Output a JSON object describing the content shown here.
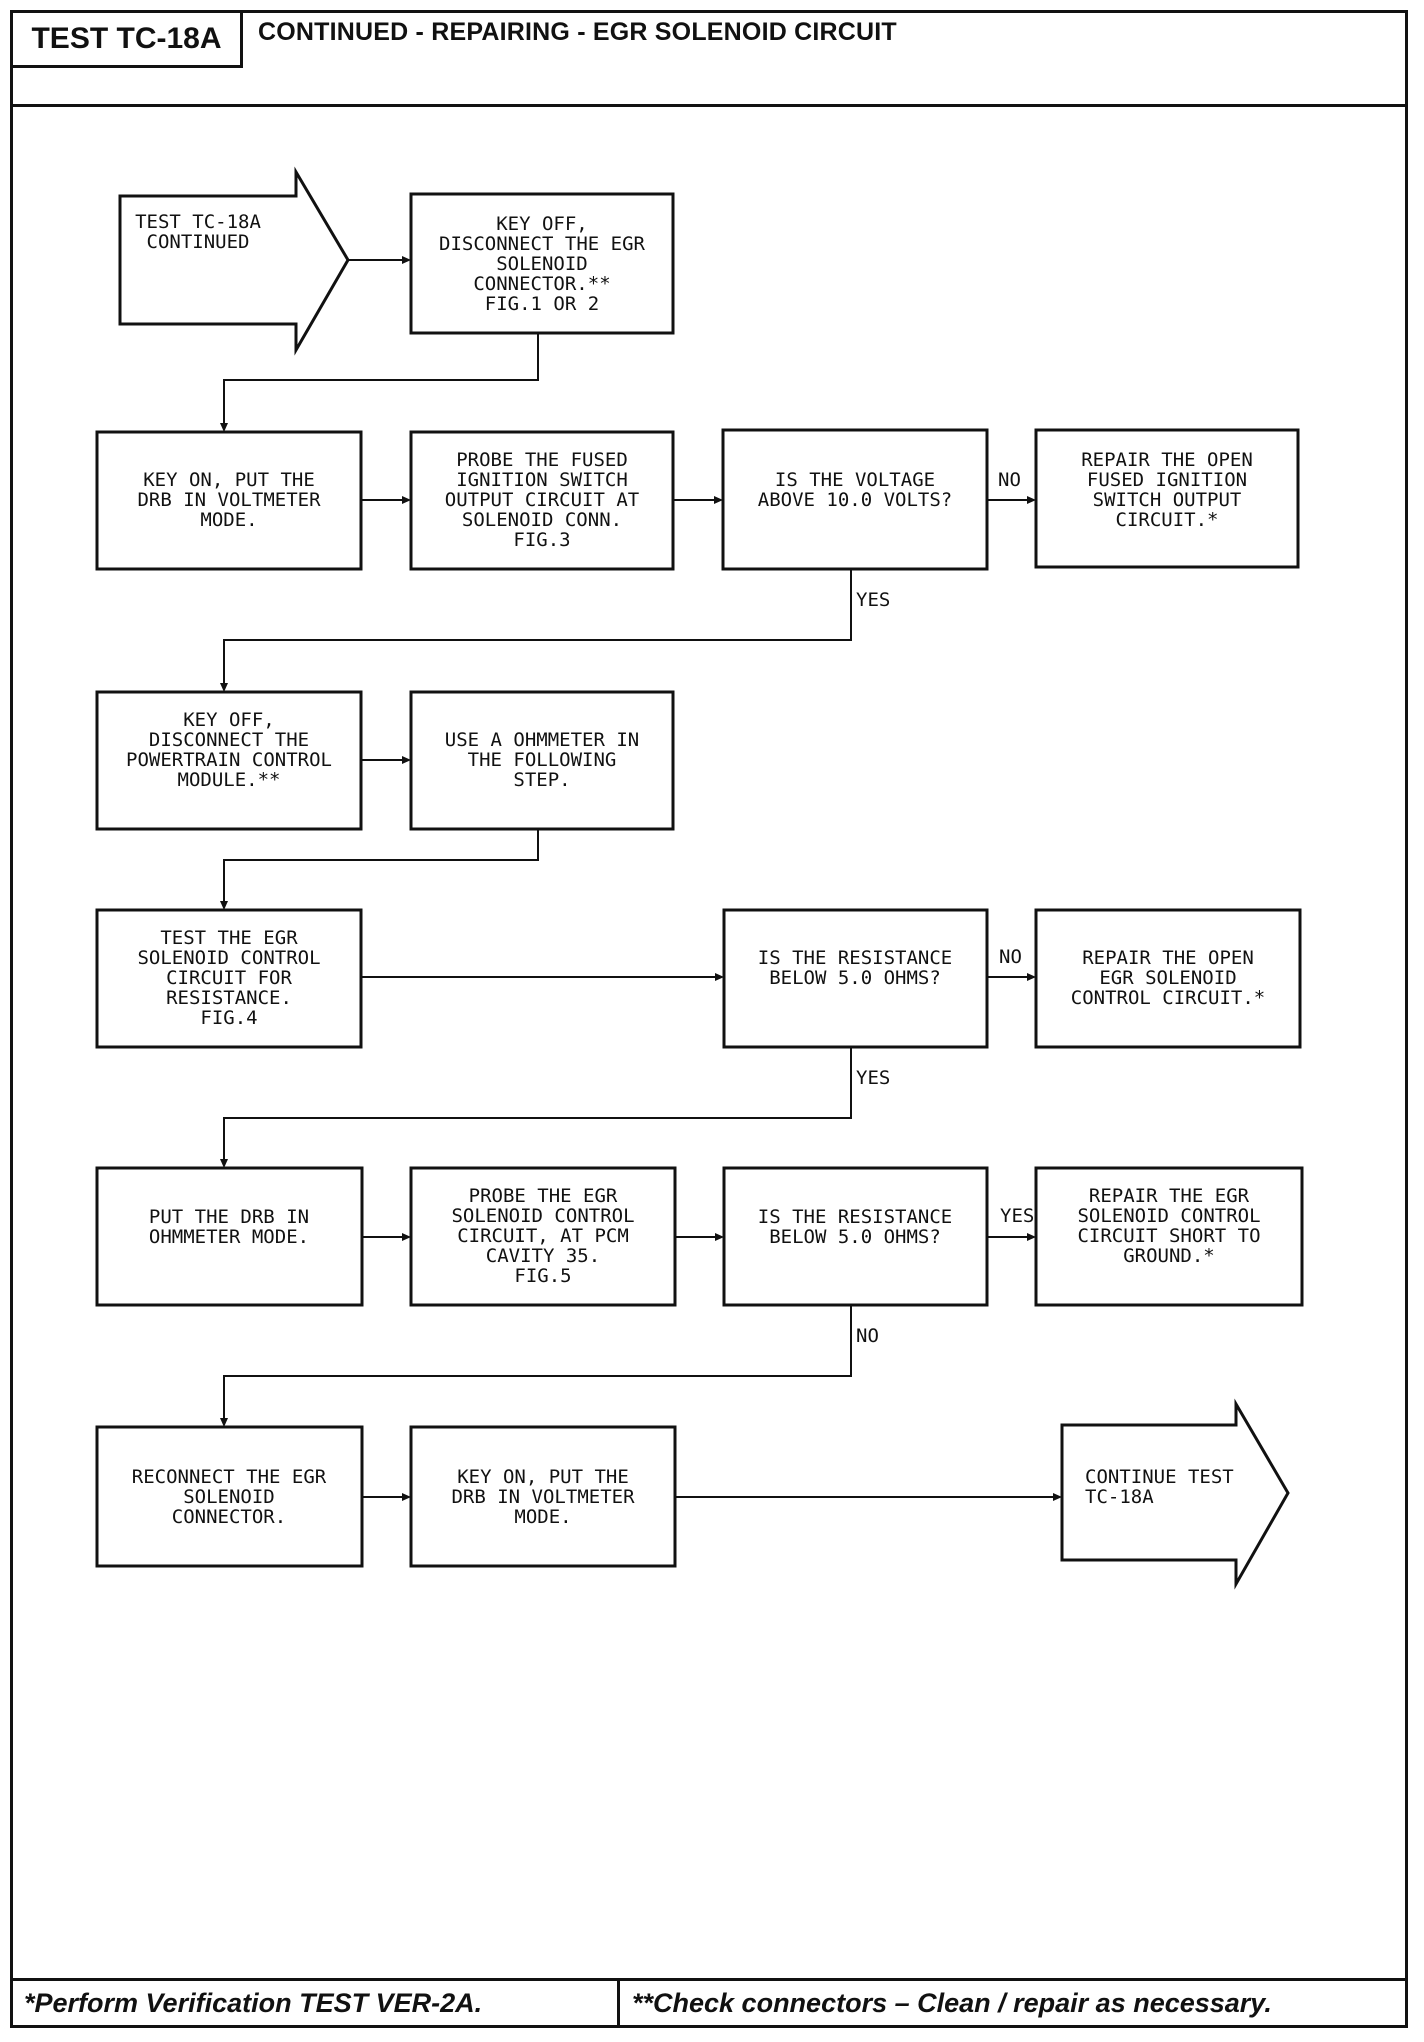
{
  "header": {
    "test_id": "TEST TC-18A",
    "title": "CONTINUED - REPAIRING - EGR SOLENOID CIRCUIT"
  },
  "footer": {
    "note_single": "*Perform Verification TEST VER-2A.",
    "note_double": "**Check connectors – Clean / repair as necessary."
  },
  "flow": {
    "start_lines": [
      "TEST TC-18A",
      "CONTINUED"
    ],
    "step_key_off_lines": [
      "KEY OFF,",
      "DISCONNECT THE EGR",
      "SOLENOID",
      "CONNECTOR.**",
      "FIG.1 OR 2"
    ],
    "step_key_on_voltmeter_lines": [
      "KEY ON, PUT THE",
      "DRB IN VOLTMETER",
      "MODE."
    ],
    "step_probe_fused_lines": [
      "PROBE THE FUSED",
      "IGNITION SWITCH",
      "OUTPUT CIRCUIT AT",
      "SOLENOID CONN.",
      "FIG.3"
    ],
    "decision_voltage_lines": [
      "IS THE VOLTAGE",
      "ABOVE 10.0 VOLTS?"
    ],
    "repair_open_fused_lines": [
      "REPAIR THE OPEN",
      "FUSED IGNITION",
      "SWITCH OUTPUT",
      "CIRCUIT.*"
    ],
    "step_disconnect_pcm_lines": [
      "KEY OFF,",
      "DISCONNECT THE",
      "POWERTRAIN CONTROL",
      "MODULE.**"
    ],
    "step_use_ohmmeter_lines": [
      "USE A OHMMETER IN",
      "THE FOLLOWING",
      "STEP."
    ],
    "step_test_control_lines": [
      "TEST THE EGR",
      "SOLENOID CONTROL",
      "CIRCUIT FOR",
      "RESISTANCE.",
      "FIG.4"
    ],
    "decision_resistance_open_lines": [
      "IS THE RESISTANCE",
      "BELOW 5.0 OHMS?"
    ],
    "repair_open_control_lines": [
      "REPAIR THE OPEN",
      "EGR SOLENOID",
      "CONTROL CIRCUIT.*"
    ],
    "step_drb_ohmmeter_lines": [
      "PUT THE DRB IN",
      "OHMMETER MODE."
    ],
    "step_probe_control_lines": [
      "PROBE THE EGR",
      "SOLENOID CONTROL",
      "CIRCUIT, AT PCM",
      "CAVITY 35.",
      "FIG.5"
    ],
    "decision_resistance_short_lines": [
      "IS THE RESISTANCE",
      "BELOW 5.0 OHMS?"
    ],
    "repair_short_lines": [
      "REPAIR THE EGR",
      "SOLENOID CONTROL",
      "CIRCUIT SHORT TO",
      "GROUND.*"
    ],
    "step_reconnect_lines": [
      "RECONNECT THE EGR",
      "SOLENOID",
      "CONNECTOR."
    ],
    "step_key_on_final_lines": [
      "KEY ON, PUT THE",
      "DRB IN VOLTMETER",
      "MODE."
    ],
    "end_lines": [
      "CONTINUE TEST",
      "TC-18A"
    ],
    "label_no_1": "NO",
    "label_yes_1": "YES",
    "label_no_2": "NO",
    "label_yes_2": "YES",
    "label_yes_3": "YES",
    "label_no_3": "NO"
  }
}
